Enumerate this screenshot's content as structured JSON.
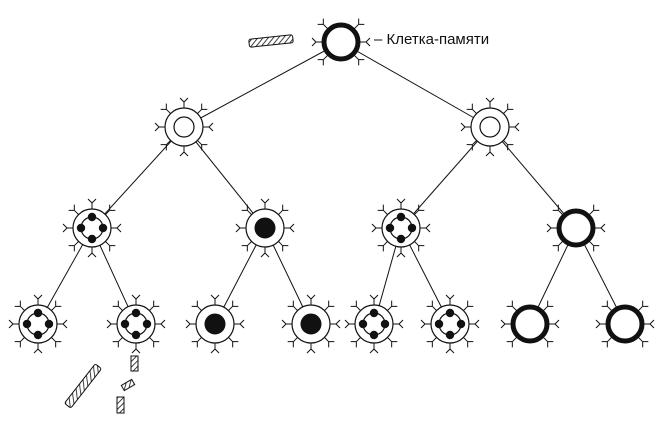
{
  "legend": {
    "dash": "–",
    "label": "Клетка-памяти"
  },
  "colors": {
    "stroke": "#111111",
    "fill": "#111111",
    "background": "#ffffff"
  },
  "tree": {
    "root": "memory",
    "levels": [
      [
        "plain",
        "plain"
      ],
      [
        "quad",
        "dot",
        "quad",
        "memory"
      ],
      [
        "quad",
        "quad",
        "dot",
        "dot",
        "quad",
        "quad",
        "memory",
        "memory"
      ]
    ]
  }
}
